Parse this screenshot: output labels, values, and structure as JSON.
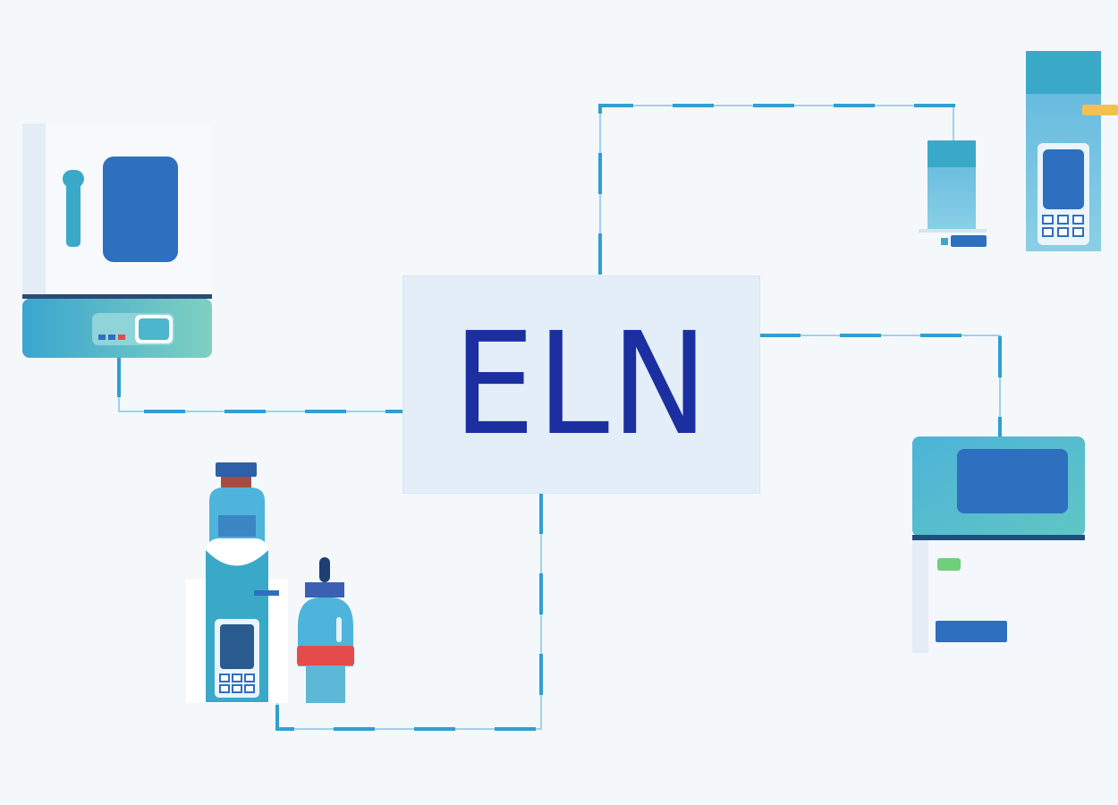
{
  "center": {
    "label": "ELN",
    "label_color": "#1b2fa0",
    "box_color": "#e3eef8"
  },
  "devices": [
    {
      "name": "incubator-instrument",
      "icon": "lab-incubator-icon"
    },
    {
      "name": "analyzer-instrument",
      "icon": "lab-analyzer-icon"
    },
    {
      "name": "reagent-bottles",
      "icon": "reagent-bottle-icon"
    },
    {
      "name": "centrifuge-instrument",
      "icon": "lab-centrifuge-icon"
    }
  ],
  "colors": {
    "connector": "#2f9fd4",
    "teal": "#3aa9c8",
    "blue": "#2e6fc0",
    "light_blue": "#8ccbe3",
    "red": "#e64b4b",
    "green": "#6fcf7d",
    "yellow": "#f2c14e"
  }
}
